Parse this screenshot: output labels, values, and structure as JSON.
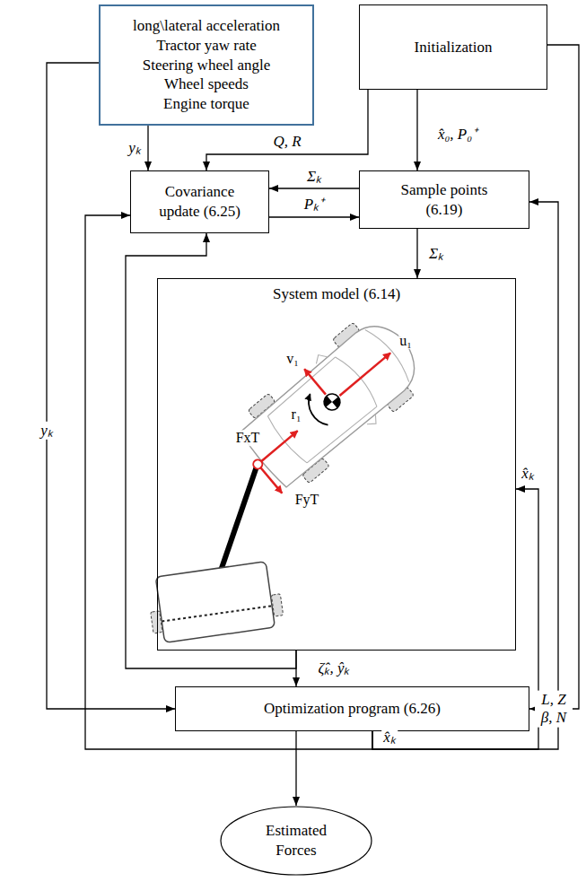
{
  "diagram": {
    "nodes": [
      {
        "text": [
          "long\\lateral acceleration",
          "Tractor yaw rate",
          "Steering wheel angle",
          "Wheel speeds",
          "Engine torque"
        ]
      },
      {
        "text": [
          "Initialization"
        ]
      },
      {
        "text": [
          "Covariance update (6.25)"
        ]
      },
      {
        "text": [
          "Sample points (6.19)"
        ]
      },
      {
        "text": [
          "System model (6.14)"
        ]
      },
      {
        "text": [
          "Optimization program (6.26)"
        ]
      },
      {
        "text": [
          "Estimated Forces"
        ]
      }
    ],
    "edges": [
      {
        "from": 0,
        "to": 2,
        "arrow": "to",
        "label": "yₖ"
      },
      {
        "from": 0,
        "to": 5,
        "arrow": "to",
        "label": "yₖ"
      },
      {
        "from": 1,
        "to": 2,
        "arrow": "to",
        "label": "Q, R"
      },
      {
        "from": 1,
        "to": 3,
        "arrow": "to",
        "label": "x̂₀, P₀⁺"
      },
      {
        "from": 1,
        "to": 5,
        "arrow": "to",
        "label": "L, Z β, N"
      },
      {
        "from": 3,
        "to": 2,
        "arrow": "to",
        "label": "Σₖ"
      },
      {
        "from": 2,
        "to": 3,
        "arrow": "to",
        "label": "Pₖ⁺"
      },
      {
        "from": 3,
        "to": 4,
        "arrow": "to",
        "label": "Σₖ"
      },
      {
        "from": 4,
        "to": 5,
        "arrow": "to",
        "label": "ζ̂ₖ, ŷₖ"
      },
      {
        "from": 4,
        "to": 2,
        "arrow": "to"
      },
      {
        "from": 5,
        "to": 6,
        "arrow": "to"
      },
      {
        "from": 5,
        "to": 2,
        "arrow": "to",
        "label": "x̂ₖ"
      },
      {
        "from": 5,
        "to": 3,
        "arrow": "to"
      },
      {
        "from": 5,
        "to": 4,
        "arrow": "to",
        "label": "x̂ₖ"
      }
    ],
    "labels": [
      "v₁",
      "r₁",
      "u₁",
      "FxT",
      "FyT"
    ]
  }
}
